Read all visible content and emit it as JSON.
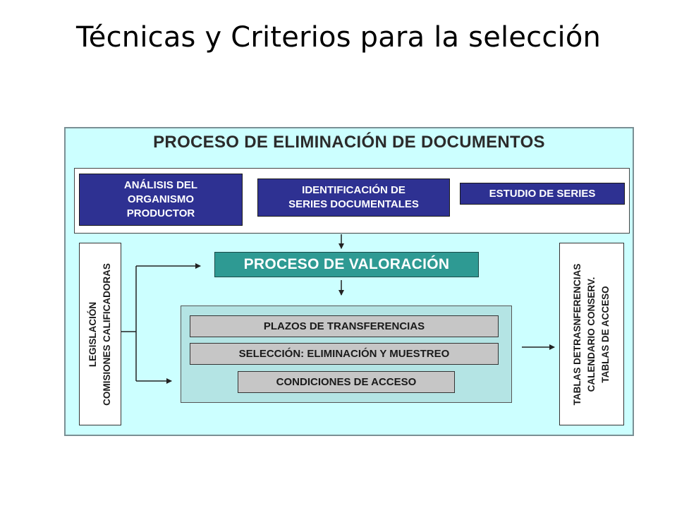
{
  "slide": {
    "title": "Técnicas y Criterios para la selección"
  },
  "diagram": {
    "main_title": "PROCESO DE ELIMINACIÓN DE DOCUMENTOS",
    "top_boxes": {
      "analisis": [
        "ANÁLISIS DEL",
        "ORGANISMO",
        "PRODUCTOR"
      ],
      "identificacion": [
        "IDENTIFICACIÓN DE",
        "SERIES DOCUMENTALES"
      ],
      "estudio": "ESTUDIO DE SERIES"
    },
    "valoracion": "PROCESO DE VALORACIÓN",
    "left_labels": [
      "LEGISLACIÓN",
      "COMISIONES CALIFICADORAS"
    ],
    "right_labels": [
      "TABLAS DETRASNFERENCIAS",
      "CALENDARIO CONSERV.",
      "TABLAS DE ACCESO"
    ],
    "inner_items": {
      "plazos": "PLAZOS DE TRANSFERENCIAS",
      "seleccion": "SELECCIÓN: ELIMINACIÓN Y MUESTREO",
      "condiciones": "CONDICIONES DE ACCESO"
    },
    "colors": {
      "outer_bg": "#ccffff",
      "navy": "#2e3192",
      "teal": "#2e9a93",
      "inner_bg": "#b4e4e4",
      "grey": "#c6c6c6"
    }
  }
}
